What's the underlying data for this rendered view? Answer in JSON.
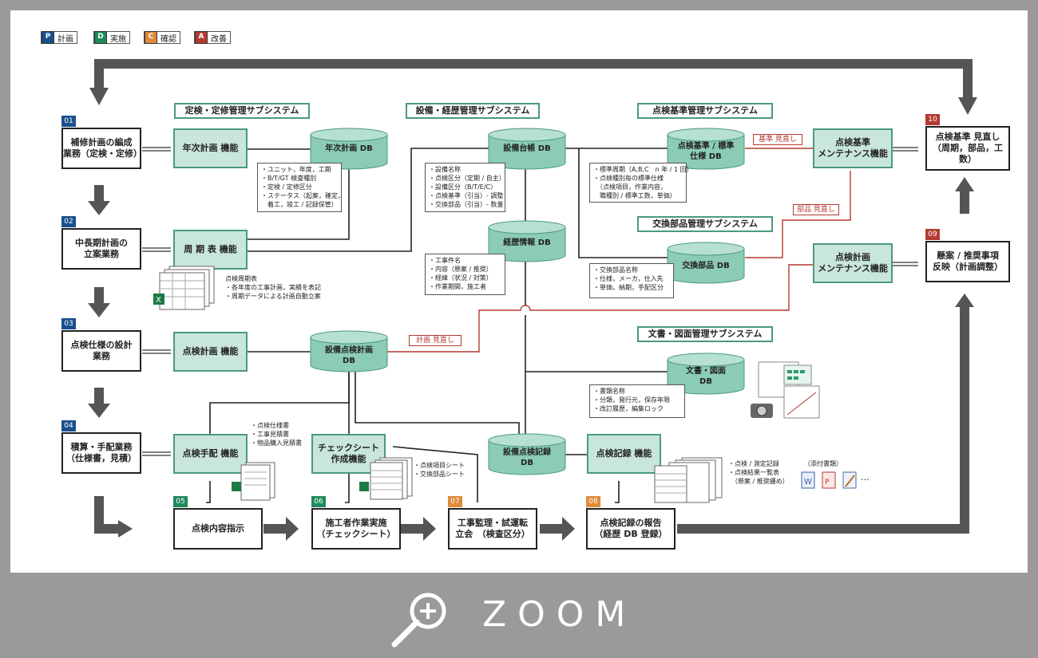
{
  "legend": [
    {
      "key": "P",
      "label": "計画",
      "color": "#1a4f8c"
    },
    {
      "key": "D",
      "label": "実施",
      "color": "#1d8a5a"
    },
    {
      "key": "C",
      "label": "確認",
      "color": "#e08a3a"
    },
    {
      "key": "A",
      "label": "改善",
      "color": "#b43a32"
    }
  ],
  "subsystems": {
    "teiken": "定検・定修管理サブシステム",
    "setsubi": "設備・経歴管理サブシステム",
    "kijun": "点検基準管理サブシステム",
    "koukan": "交換部品管理サブシステム",
    "bunsho": "文書・図面管理サブシステム"
  },
  "steps": [
    {
      "num": "01",
      "label": "補修計画の編成\n業務（定検・定修）"
    },
    {
      "num": "02",
      "label": "中長期計画の\n立案業務"
    },
    {
      "num": "03",
      "label": "点検仕様の設計\n業務"
    },
    {
      "num": "04",
      "label": "積算・手配業務\n（仕様書，見積）"
    },
    {
      "num": "05",
      "label": "点検内容指示"
    },
    {
      "num": "06",
      "label": "施工者作業実施\n（チェックシート）"
    },
    {
      "num": "07",
      "label": "工事監理・試運転\n立会　（検査区分）"
    },
    {
      "num": "08",
      "label": "点検記録の報告\n（経歴 DB 登録）"
    },
    {
      "num": "09",
      "label": "懸案 / 推奨事項\n反映（計画調整）"
    },
    {
      "num": "10",
      "label": "点検基準 見直し\n（周期，部品，工数）"
    }
  ],
  "functions": {
    "nenji": "年次計画 機能",
    "shuki": "周 期 表 機能",
    "tenken_keikaku": "点検計画 機能",
    "tehai": "点検手配 機能",
    "check": "チェックシート\n作成機能",
    "kiroku": "点検記録 機能",
    "kijun_maint": "点検基準\nメンテナンス機能",
    "keikaku_maint": "点検計画\nメンテナンス機能"
  },
  "databases": {
    "nenji_db": "年次計画 DB",
    "daicho_db": "設備台帳 DB",
    "keireki_db": "経歴情報 DB",
    "kijun_db": "点検基準 / 標準\n仕様 DB",
    "buhin_db": "交換部品 DB",
    "keikaku_db": "設備点検計画\nDB",
    "bunsho_db": "文書・図面\nDB",
    "kiroku_db": "設備点検記録\nDB"
  },
  "notes": {
    "nenji": [
      "・ユニット，年度，工期",
      "・B/T/GT 検査種別",
      "・定検 / 定修区分",
      "・ステータス（起案，確定，",
      "　着工，竣工 / 記録保管）"
    ],
    "daicho": [
      "・設備名称",
      "・点検区分（定期 / 自主）",
      "・設備区分（B/T/E/C）",
      "・点検基準（引当）- 調整",
      "・交換部品（引当）- 数量"
    ],
    "keireki": [
      "・工事件名",
      "・内容（懸案 / 推奨）",
      "・経緯（状況 / 対策）",
      "・作業期間，施工者"
    ],
    "kijun": [
      "・標準周期（A,B,C　n 年 / 1 回）",
      "・点検種別毎の標準仕様",
      "　（点検項目，作業内容，",
      "　職種別 / 標準工数，単価）"
    ],
    "buhin": [
      "・交換部品名称",
      "・仕様，メーカ，仕入先",
      "・単価，納期，手配区分"
    ],
    "bunsho": [
      "・書類名称",
      "・分類，発行元，保存年限",
      "・改訂履歴，編集ロック"
    ],
    "shuki": [
      "点検周期表",
      "・各年度の工事計画，実績を表記",
      "・周期データによる計画自動立案"
    ],
    "tehai": [
      "・点検仕様書",
      "・工事見積書",
      "・物品購入見積書"
    ],
    "check": [
      "・点検項目シート",
      "・交換部品シート"
    ],
    "kiroku": [
      "・点検 / 測定記録",
      "・点検結果一覧表",
      "　（懸案 / 推奨纏め）"
    ],
    "attach": [
      "（添付書類）"
    ],
    "ellipsis": "…"
  },
  "red_labels": {
    "kijun_minaoshi": "基準 見直し",
    "buhin_minaoshi": "部品 見直し",
    "keikaku_minaoshi": "計画 見直し"
  },
  "zoom": "ZOOM"
}
